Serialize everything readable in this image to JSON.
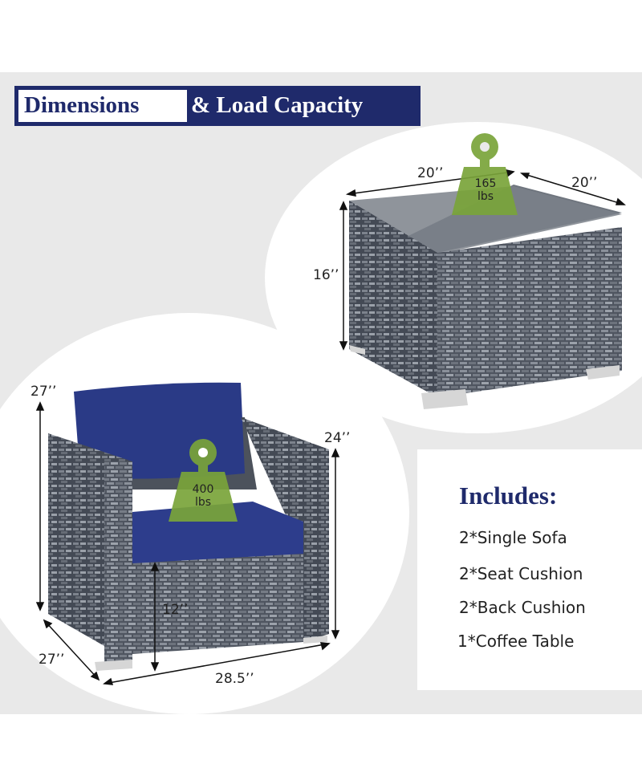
{
  "banner": {
    "word1": "Dimensions",
    "word2": "& Load Capacity"
  },
  "table": {
    "width": "20’’",
    "depth": "20’’",
    "height": "16’’",
    "load_value": "165",
    "load_unit": "lbs"
  },
  "sofa": {
    "height": "27’’",
    "depth": "27’’",
    "width": "28.5’’",
    "arm_height": "24’’",
    "seat_height": "12’’",
    "load_value": "400",
    "load_unit": "lbs"
  },
  "includes": {
    "title": "Includes:",
    "items": [
      "2*Single Sofa",
      "2*Seat Cushion",
      "2*Back Cushion",
      "1*Coffee Table"
    ]
  },
  "colors": {
    "navy": "#1f2a6b",
    "cushion": "#2a3a86",
    "wicker": "#5e6470",
    "weight_icon": "#7aa43a"
  }
}
